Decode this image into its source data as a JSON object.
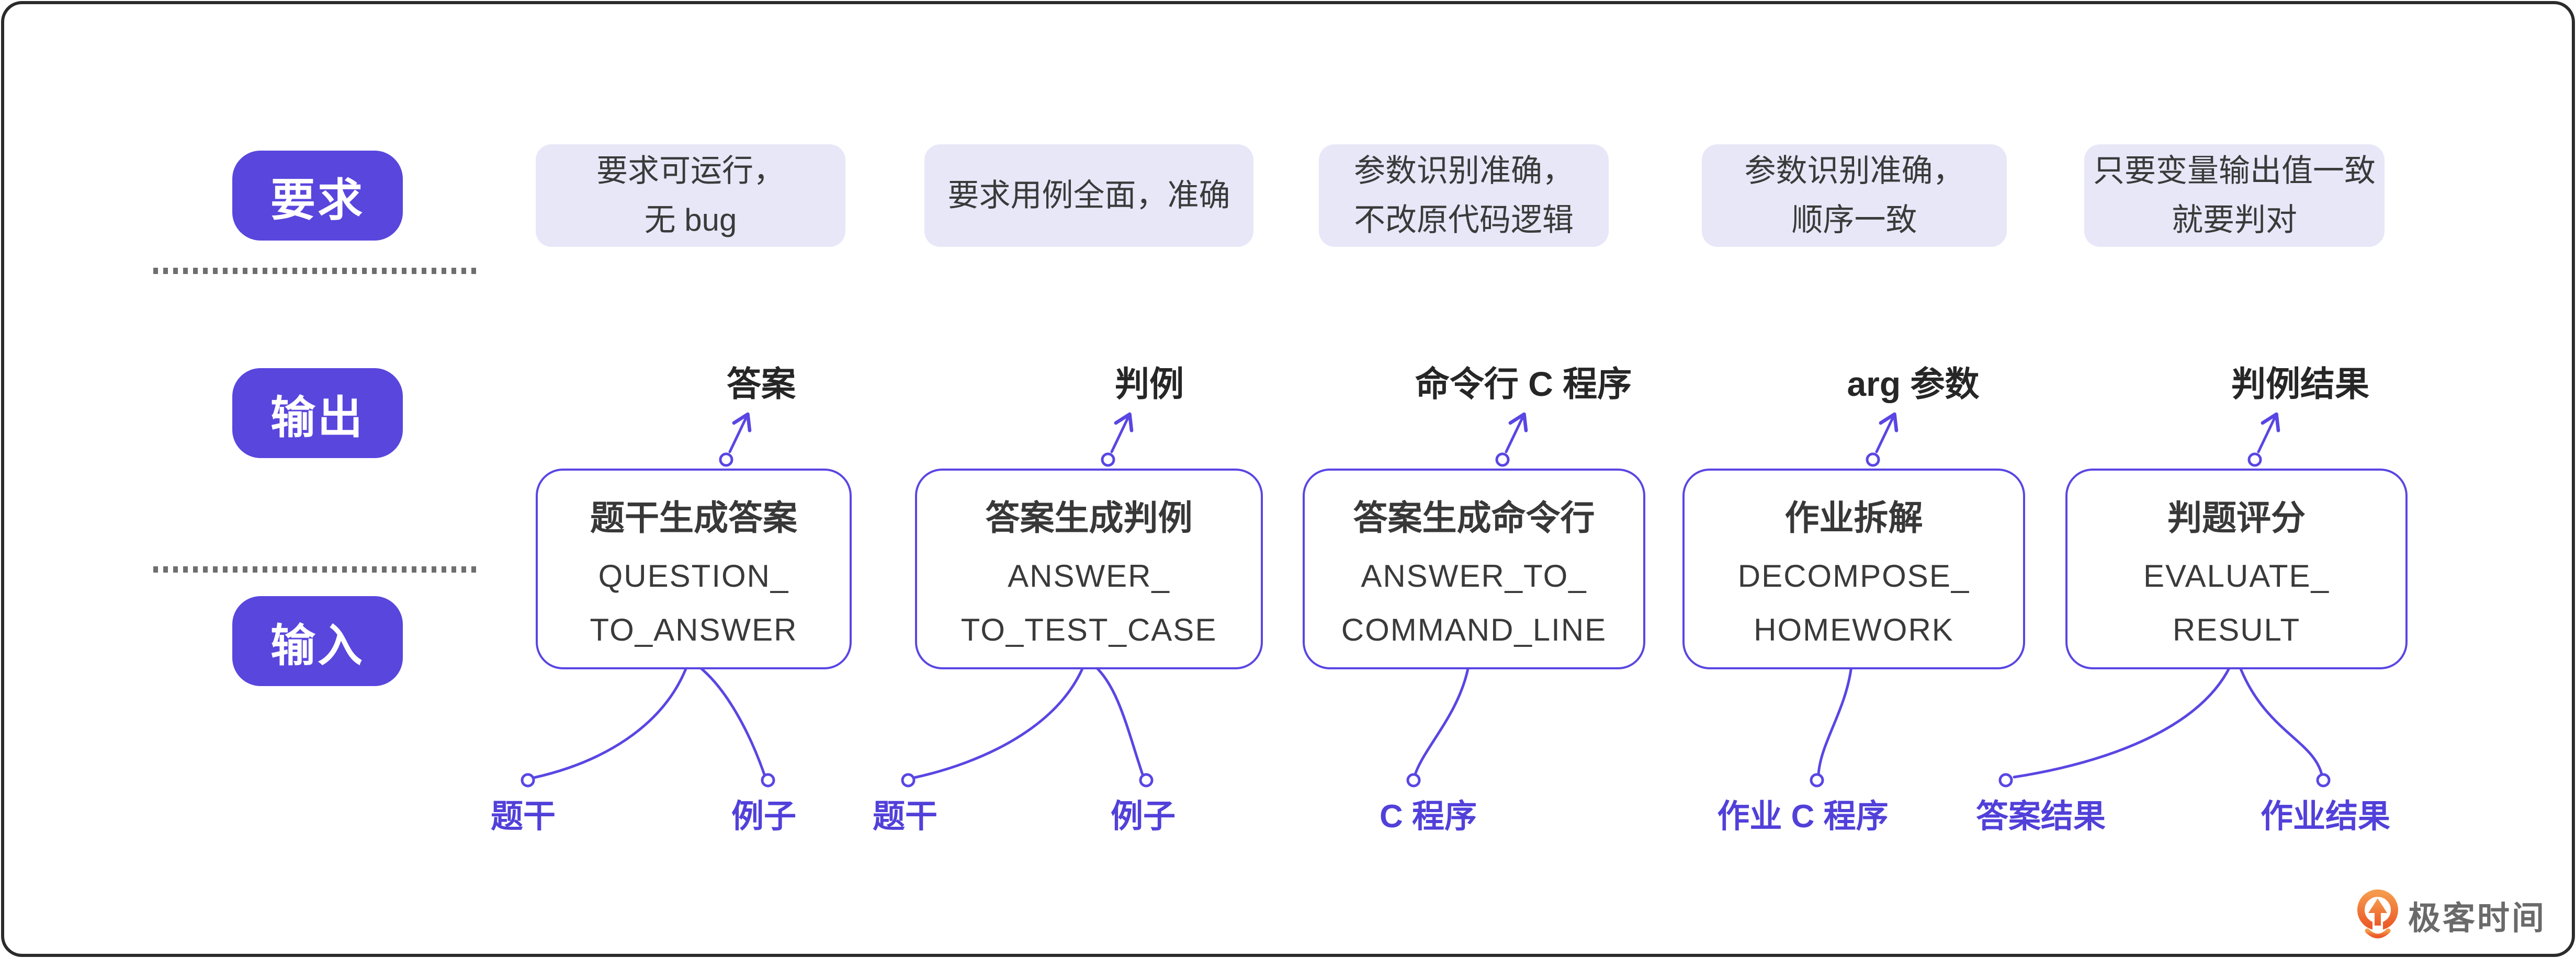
{
  "colors": {
    "accent_purple": "#5946DD",
    "box_border_purple": "#5946E3",
    "input_label_purple": "#5140D9",
    "requirement_bg": "#E7E7F8",
    "text_dark": "#383838",
    "dotted_gray": "#6e6e6e",
    "logo_orange": "#F2622B",
    "logo_text_gray": "#6a6a6a"
  },
  "row_labels": {
    "requirement": "要求",
    "output": "输出",
    "input": "输入"
  },
  "columns": [
    {
      "requirement_lines": [
        "要求可运行，",
        "无 bug"
      ],
      "output_label": "答案",
      "task_name": "题干生成答案",
      "task_id_lines": [
        "QUESTION_",
        "TO_ANSWER"
      ],
      "inputs": [
        "题干",
        "例子"
      ]
    },
    {
      "requirement_lines": [
        "要求用例全面，准确"
      ],
      "output_label": "判例",
      "task_name": "答案生成判例",
      "task_id_lines": [
        "ANSWER_",
        "TO_TEST_CASE"
      ],
      "inputs": [
        "题干",
        "例子"
      ]
    },
    {
      "requirement_lines": [
        "参数识别准确，",
        "不改原代码逻辑"
      ],
      "output_label": "命令行 C 程序",
      "task_name": "答案生成命令行",
      "task_id_lines": [
        "ANSWER_TO_",
        "COMMAND_LINE"
      ],
      "inputs": [
        "C 程序"
      ]
    },
    {
      "requirement_lines": [
        "参数识别准确，",
        "顺序一致"
      ],
      "output_label": "arg 参数",
      "task_name": "作业拆解",
      "task_id_lines": [
        "DECOMPOSE_",
        "HOMEWORK"
      ],
      "inputs": [
        "作业 C 程序"
      ]
    },
    {
      "requirement_lines": [
        "只要变量输出值一致",
        "就要判对"
      ],
      "output_label": "判例结果",
      "task_name": "判题评分",
      "task_id_lines": [
        "EVALUATE_",
        "RESULT"
      ],
      "inputs": [
        "答案结果",
        "作业结果"
      ]
    }
  ],
  "logo": {
    "text": "极客时间"
  }
}
